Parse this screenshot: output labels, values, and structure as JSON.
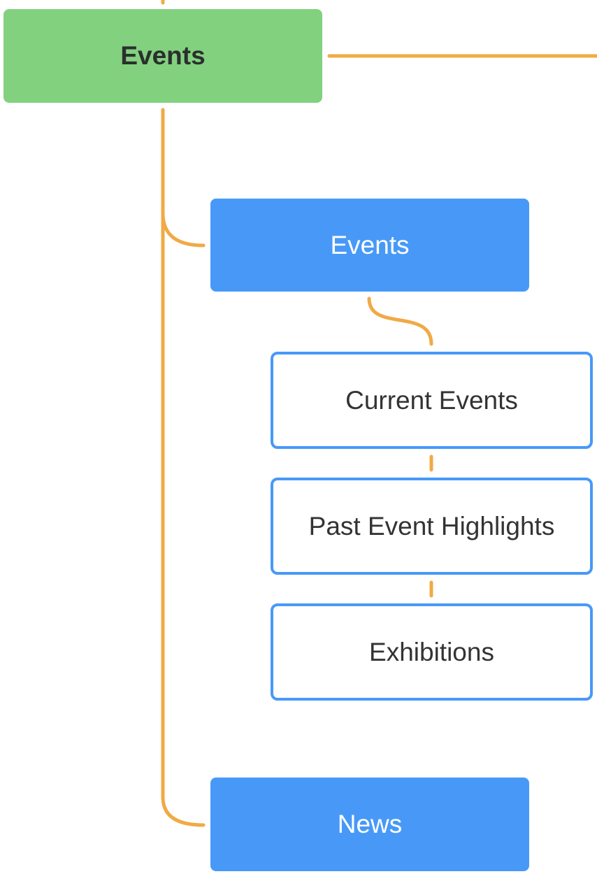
{
  "colors": {
    "connector": "#f0aa46",
    "root_fill": "#82d17f",
    "section_fill": "#4899f7",
    "page_border": "#4899f7"
  },
  "nodes": {
    "root": {
      "label": "Events"
    },
    "events_section": {
      "label": "Events"
    },
    "current_events": {
      "label": "Current Events"
    },
    "past_event_highlights": {
      "label": "Past Event Highlights"
    },
    "exhibitions": {
      "label": "Exhibitions"
    },
    "news": {
      "label": "News"
    }
  }
}
